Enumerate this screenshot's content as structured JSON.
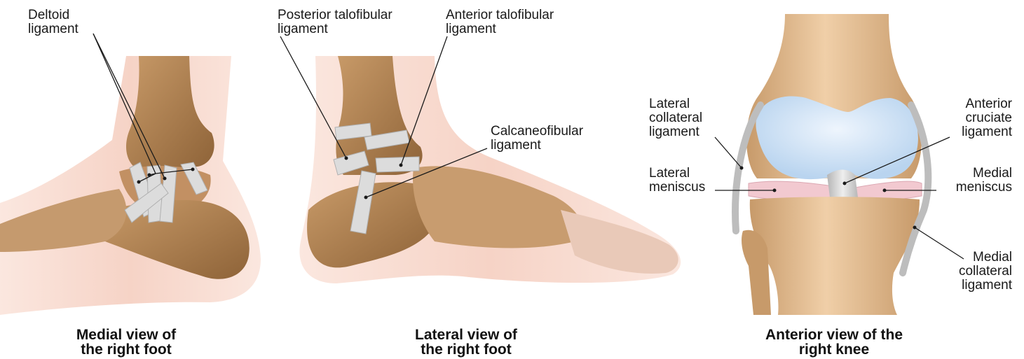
{
  "panels": [
    {
      "caption": [
        "Medial view of",
        "the right foot"
      ],
      "labels": [
        {
          "lines": [
            "Deltoid",
            "ligament"
          ]
        }
      ]
    },
    {
      "caption": [
        "Lateral view of",
        "the right foot"
      ],
      "labels": [
        {
          "lines": [
            "Posterior talofibular",
            "ligament"
          ]
        },
        {
          "lines": [
            "Anterior talofibular",
            "ligament"
          ]
        },
        {
          "lines": [
            "Calcaneofibular",
            "ligament"
          ]
        }
      ]
    },
    {
      "caption": [
        "Anterior view of the",
        "right knee"
      ],
      "labels": [
        {
          "lines": [
            "Lateral",
            "collateral",
            "ligament"
          ]
        },
        {
          "lines": [
            "Lateral",
            "meniscus"
          ]
        },
        {
          "lines": [
            "Anterior",
            "cruciate",
            "ligament"
          ]
        },
        {
          "lines": [
            "Medial",
            "meniscus"
          ]
        },
        {
          "lines": [
            "Medial",
            "collateral",
            "ligament"
          ]
        }
      ]
    }
  ],
  "colors": {
    "skin": "#f7d9cf",
    "bone": "#b98c5c",
    "bone_dark": "#8e6338",
    "ligament": "#d9d9d9",
    "cartilage": "#cfe3f7",
    "meniscus": "#f2c9d0"
  }
}
